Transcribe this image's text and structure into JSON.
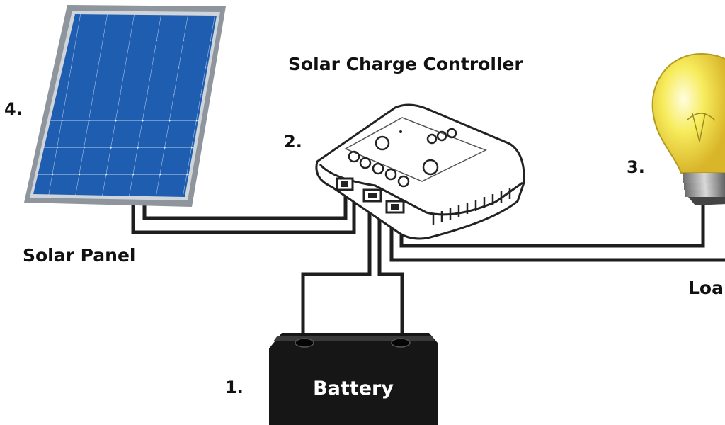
{
  "labels": {
    "solar_panel": "Solar Panel",
    "controller": "Solar Charge Controller",
    "load": "Loa",
    "battery": "Battery"
  },
  "numbers": {
    "panel": "4.",
    "controller": "2.",
    "load": "3.",
    "battery": "1."
  },
  "colors": {
    "panel_cell": "#1f5db0",
    "panel_frame": "#8e959c",
    "bulb": "#f3e64a",
    "battery": "#161616",
    "wire": "#1e1e1e"
  },
  "icons": {
    "panel": "solar-panel-icon",
    "controller": "charge-controller-icon",
    "bulb": "light-bulb-icon",
    "battery": "battery-icon"
  }
}
